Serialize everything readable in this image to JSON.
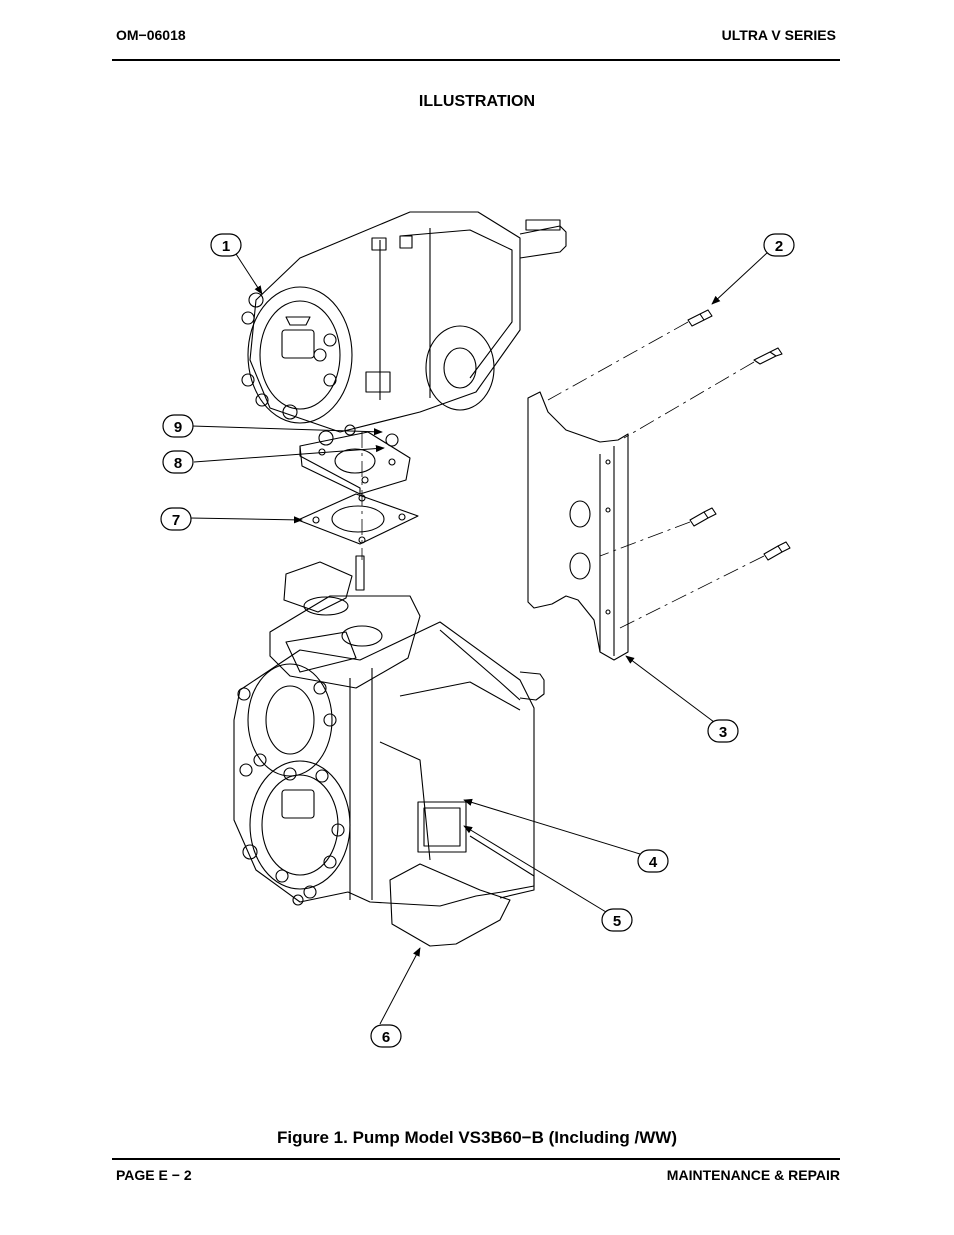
{
  "header": {
    "doc_number": "OM−06018",
    "series": "ULTRA V SERIES"
  },
  "section_title": "ILLUSTRATION",
  "callouts": [
    "1",
    "2",
    "3",
    "4",
    "5",
    "6",
    "7",
    "8",
    "9"
  ],
  "figure_caption": "Figure 1. Pump Model VS3B60−B (Including /WW)",
  "footer": {
    "page": "PAGE E − 2",
    "section": "MAINTENANCE & REPAIR"
  }
}
